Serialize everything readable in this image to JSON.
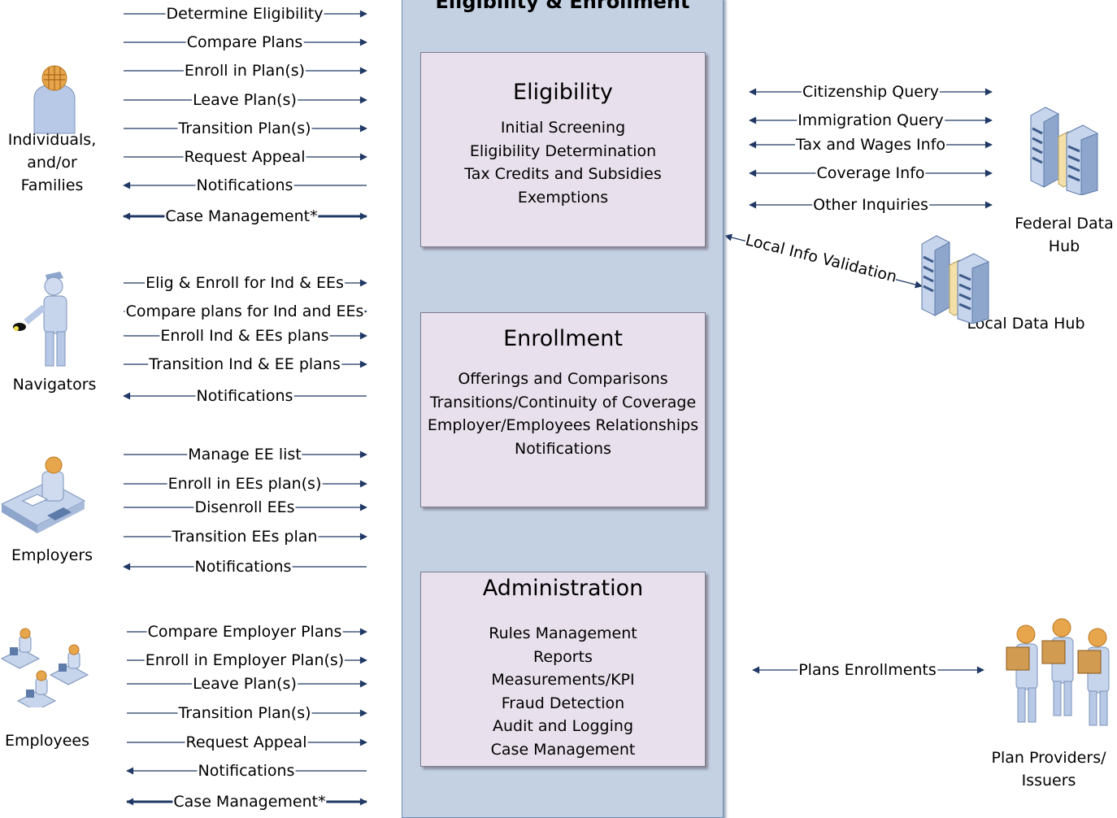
{
  "panel": {
    "title": "Eligibility & Enrollment",
    "modules": [
      {
        "title": "Eligibility",
        "items": [
          "Initial Screening",
          "Eligibility Determination",
          "Tax Credits and Subsidies",
          "Exemptions"
        ]
      },
      {
        "title": "Enrollment",
        "items": [
          "Offerings and Comparisons",
          "Transitions/Continuity of Coverage",
          "Employer/Employees Relationships",
          "Notifications"
        ]
      },
      {
        "title": "Administration",
        "items": [
          "Rules Management",
          "Reports",
          "Measurements/KPI",
          "Fraud Detection",
          "Audit and Logging",
          "Case Management"
        ]
      }
    ]
  },
  "actors": {
    "individuals": {
      "label": [
        "Individuals,",
        "and/or",
        "Families"
      ],
      "icon": "person-icon"
    },
    "navigators": {
      "label": [
        "Navigators"
      ],
      "icon": "navigator-with-flashlight-icon"
    },
    "employers": {
      "label": [
        "Employers"
      ],
      "icon": "person-at-desk-icon"
    },
    "employees": {
      "label": [
        "Employees"
      ],
      "icon": "workers-at-desks-icon"
    },
    "federal_hub": {
      "label": [
        "Federal Data",
        "Hub"
      ],
      "icon": "server-rack-icon"
    },
    "local_hub": {
      "label": [
        "Local Data Hub"
      ],
      "icon": "server-rack-icon"
    },
    "plan_providers": {
      "label": [
        "Plan Providers/",
        "Issuers"
      ],
      "icon": "delivery-people-icon"
    }
  },
  "flows": {
    "individuals": [
      {
        "text": "Determine Eligibility",
        "dir": "right"
      },
      {
        "text": "Compare Plans",
        "dir": "right"
      },
      {
        "text": "Enroll in Plan(s)",
        "dir": "right"
      },
      {
        "text": "Leave Plan(s)",
        "dir": "right"
      },
      {
        "text": "Transition Plan(s)",
        "dir": "right"
      },
      {
        "text": "Request Appeal",
        "dir": "right"
      },
      {
        "text": "Notifications",
        "dir": "left"
      },
      {
        "text": "Case Management*",
        "dir": "both-thick"
      }
    ],
    "navigators": [
      {
        "text": "Elig & Enroll for Ind & EEs",
        "dir": "right"
      },
      {
        "text": "Compare plans for Ind and EEs",
        "dir": "right"
      },
      {
        "text": "Enroll Ind & EEs plans",
        "dir": "right"
      },
      {
        "text": "Transition Ind & EE plans",
        "dir": "right"
      },
      {
        "text": "Notifications",
        "dir": "left"
      }
    ],
    "employers": [
      {
        "text": "Manage EE list",
        "dir": "right"
      },
      {
        "text": "Enroll in EEs plan(s)",
        "dir": "right"
      },
      {
        "text": "Disenroll EEs",
        "dir": "right"
      },
      {
        "text": "Transition EEs plan",
        "dir": "right"
      },
      {
        "text": "Notifications",
        "dir": "left"
      }
    ],
    "employees": [
      {
        "text": "Compare Employer Plans",
        "dir": "right"
      },
      {
        "text": "Enroll in Employer Plan(s)",
        "dir": "right"
      },
      {
        "text": "Leave Plan(s)",
        "dir": "right"
      },
      {
        "text": "Transition Plan(s)",
        "dir": "right"
      },
      {
        "text": "Request Appeal",
        "dir": "right"
      },
      {
        "text": "Notifications",
        "dir": "left"
      },
      {
        "text": "Case Management*",
        "dir": "both-thick"
      }
    ],
    "federal": [
      {
        "text": "Citizenship Query",
        "dir": "both"
      },
      {
        "text": "Immigration Query",
        "dir": "both"
      },
      {
        "text": "Tax and Wages Info",
        "dir": "both"
      },
      {
        "text": "Coverage Info",
        "dir": "both"
      },
      {
        "text": "Other Inquiries",
        "dir": "both"
      }
    ],
    "local": {
      "text": "Local Info Validation",
      "dir": "both"
    },
    "plans": {
      "text": "Plans Enrollments",
      "dir": "both"
    }
  },
  "colors": {
    "panel": "#c3d1e3",
    "module": "#e8e0ec",
    "arrow": "#1f3864",
    "person": "#b7c9e6",
    "head": "#e8a64c"
  }
}
